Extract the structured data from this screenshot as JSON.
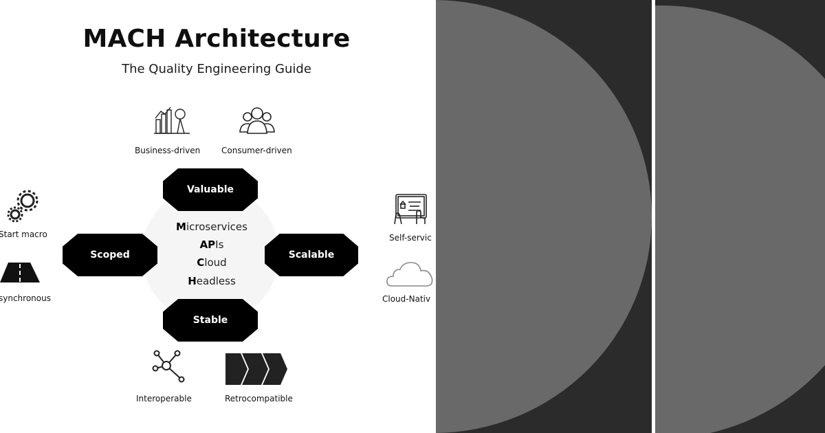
{
  "title": "MACH Architecture",
  "subtitle": "The Quality Engineering Guide",
  "hexagons": {
    "top": "Valuable",
    "left": "Scoped",
    "right": "Scalable",
    "bottom": "Stable"
  },
  "center": {
    "line1_first": "M",
    "line1_rest": "icroservices",
    "line2_first": "AP",
    "line2_rest": "Is",
    "line3_first": "C",
    "line3_rest": "loud",
    "line4_first": "H",
    "line4_rest": "eadless"
  },
  "items": {
    "business": "Business-driven",
    "consumer": "Consumer-driven",
    "start_macro": "Start macro",
    "asynchronous": "synchronous",
    "self_service": "Self-servic",
    "cloud_native": "Cloud-Nativ",
    "interoperable": "Interoperable",
    "retrocompatible": "Retrocompatible"
  },
  "icons": {
    "business": "business-chart-magnifier-icon",
    "consumer": "people-group-icon",
    "start_macro": "gears-icon",
    "asynchronous": "road-icon",
    "self_service": "touchscreen-hands-icon",
    "cloud_native": "cloud-icon",
    "interoperable": "network-node-icon",
    "retrocompatible": "chevron-arrows-icon"
  },
  "colors": {
    "hex_fill": "#000000",
    "dark_panel": "#2b2b2b",
    "semicircle": "#696969",
    "divider": "#ffffff"
  }
}
